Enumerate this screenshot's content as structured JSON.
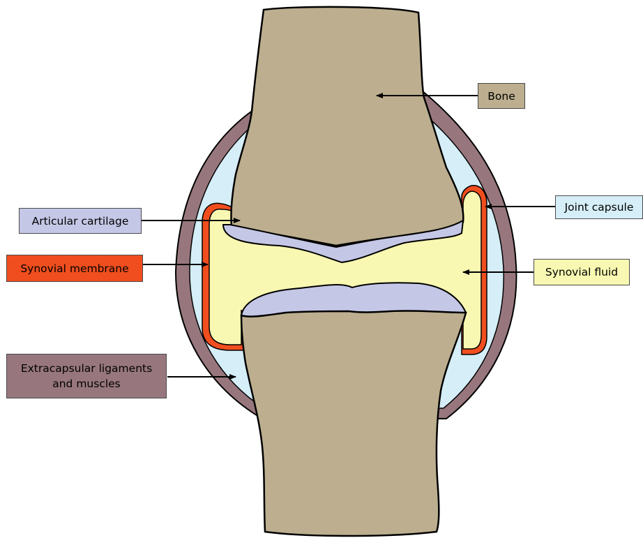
{
  "diagram": {
    "labels": {
      "bone": "Bone",
      "joint_capsule": "Joint capsule",
      "articular_cartilage": "Articular cartilage",
      "synovial_membrane": "Synovial membrane",
      "synovial_fluid": "Synovial fluid",
      "extracapsular_line1": "Extracapsular ligaments",
      "extracapsular_line2": "and muscles"
    },
    "colors": {
      "bone": "#bcae8f",
      "joint_capsule": "#d5eef7",
      "articular_cartilage": "#c5c7e6",
      "synovial_membrane": "#f04e1f",
      "synovial_fluid": "#f8f8b2",
      "extracapsular": "#97777d",
      "outline": "#000000"
    }
  }
}
